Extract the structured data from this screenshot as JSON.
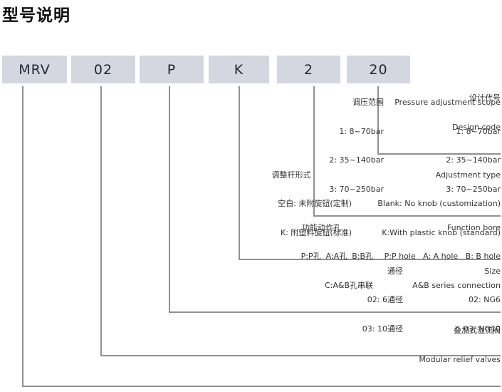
{
  "title": "型号说明",
  "boxes": [
    "MRV",
    "02",
    "P",
    "K",
    "2",
    "20"
  ],
  "labels": {
    "design_code": {
      "cn": "设计代号",
      "en": "Design code"
    },
    "pressure": {
      "header_cn": "调压范围",
      "header_en": "Pressure adjustment scope",
      "rows": [
        {
          "cn": "1: 8~70bar",
          "en": "1: 8~70bar"
        },
        {
          "cn": "2: 35~140bar",
          "en": "2: 35~140bar"
        },
        {
          "cn": "3: 70~250bar",
          "en": "3: 70~250bar"
        }
      ]
    },
    "adjustment": {
      "header_cn": "调整杆形式",
      "header_en": "Adjustment type",
      "rows": [
        {
          "cn": "空白: 未附旋钮(定制)",
          "en": "Blank: No knob (customization)"
        },
        {
          "cn": "K: 附塑料旋钮(标准)",
          "en": "K:With plastic knob (standard)"
        }
      ]
    },
    "function_bore": {
      "header_cn": "功能动作孔",
      "header_en": "Function bore",
      "rows": [
        {
          "cn": "P:P孔  A:A孔  B:B孔",
          "en": "P:P hole   A: A hole   B: B hole"
        },
        {
          "cn": "C:A&B孔串联",
          "en": "A&B series connection"
        }
      ]
    },
    "size": {
      "header_cn": "通径",
      "header_en": "Size",
      "rows": [
        {
          "cn": "02: 6通径",
          "en": "02: NG6"
        },
        {
          "cn": "03: 10通径",
          "en": "03: NG10"
        }
      ]
    },
    "product": {
      "cn": "叠加式溢流阀",
      "en": "Modular relief valves"
    }
  },
  "colors": {
    "box_bg": "#d4d6e0",
    "box_text": "#222736",
    "line": "#8e9094",
    "text": "#333333",
    "title": "#0f0f0f"
  }
}
